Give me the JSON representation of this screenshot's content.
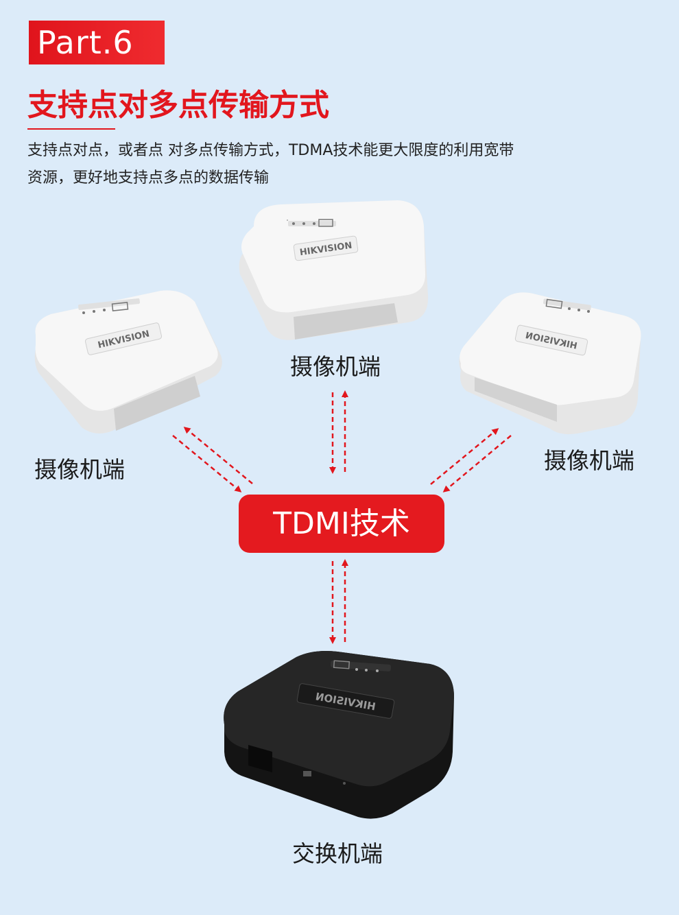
{
  "part_badge": "Part.6",
  "heading": "支持点对多点传输方式",
  "description": {
    "line1": "支持点对点，或者点 对多点传输方式，TDMA技术能更大限度的利用宽带",
    "line2": "资源，更好地支持点多点的数据传输"
  },
  "brand_logo": "HIKVISION",
  "devices": {
    "camera_left_label": "摄像机端",
    "camera_top_label": "摄像机端",
    "camera_right_label": "摄像机端",
    "switch_label": "交换机端"
  },
  "center_label": "TDMI技术",
  "colors": {
    "accent": "#e2161d",
    "background": "#dcebf9",
    "camera_body": "#f4f4f4",
    "switch_body": "#1e1e1e"
  }
}
